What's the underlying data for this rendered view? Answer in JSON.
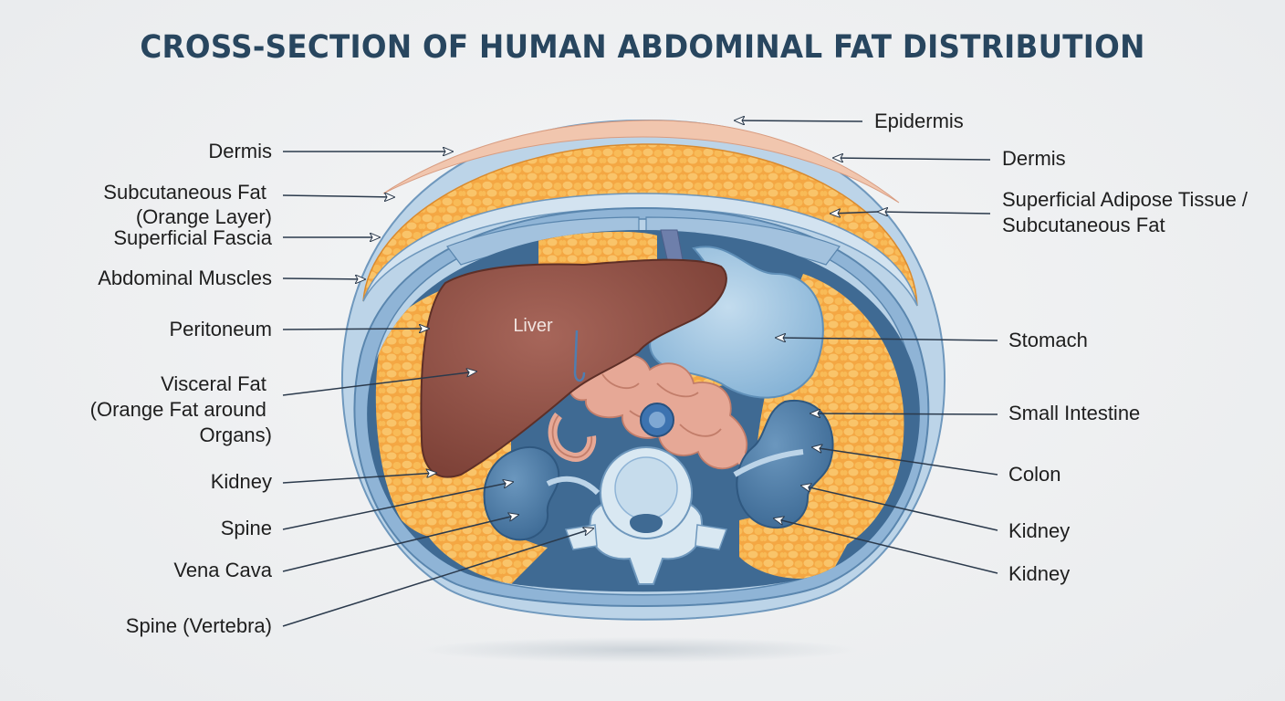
{
  "title": "CROSS-SECTION OF HUMAN ABDOMINAL FAT DISTRIBUTION",
  "organ_labels": {
    "liver": "Liver"
  },
  "labels_left": [
    {
      "id": "dermis-left",
      "lines": [
        "Dermis"
      ]
    },
    {
      "id": "subcutaneous-fat-left",
      "lines": [
        "Subcutaneous Fat",
        "(Orange Layer)"
      ]
    },
    {
      "id": "superficial-fascia-left",
      "lines": [
        "Superficial Fascia"
      ]
    },
    {
      "id": "abdominal-muscles-left",
      "lines": [
        "Abdominal Muscles"
      ]
    },
    {
      "id": "peritoneum-left",
      "lines": [
        "Peritoneum"
      ]
    },
    {
      "id": "visceral-fat-left",
      "lines": [
        "Visceral Fat",
        "(Orange Fat around",
        "Organs)"
      ]
    },
    {
      "id": "kidney-left",
      "lines": [
        "Kidney"
      ]
    },
    {
      "id": "spine-left",
      "lines": [
        "Spine"
      ]
    },
    {
      "id": "vena-cava-left",
      "lines": [
        "Vena Cava"
      ]
    },
    {
      "id": "spine-vertebra-left",
      "lines": [
        "Spine (Vertebra)"
      ]
    }
  ],
  "labels_right": [
    {
      "id": "epidermis-right",
      "lines": [
        "Epidermis"
      ]
    },
    {
      "id": "dermis-right",
      "lines": [
        "Dermis"
      ]
    },
    {
      "id": "superficial-adipose-right",
      "lines": [
        "Superficial Adipose Tissue /",
        "Subcutaneous Fat"
      ]
    },
    {
      "id": "stomach-right",
      "lines": [
        "Stomach"
      ]
    },
    {
      "id": "small-intestine-right",
      "lines": [
        "Small Intestine"
      ]
    },
    {
      "id": "colon-right",
      "lines": [
        "Colon"
      ]
    },
    {
      "id": "kidney-right-1",
      "lines": [
        "Kidney"
      ]
    },
    {
      "id": "kidney-right-2",
      "lines": [
        "Kidney"
      ]
    }
  ],
  "colors": {
    "title": "#28465f",
    "fat": "#f4a743",
    "fat_cell": "#f9c46a",
    "muscle": "#a9c7e0",
    "skin": "#f1c6ae",
    "liver": "#8e5044",
    "kidney": "#4e7ea9",
    "stomach": "#a6cbe3",
    "intestine": "#e6a896",
    "bone": "#d9e8f2",
    "leader": "#2b3a4c"
  }
}
